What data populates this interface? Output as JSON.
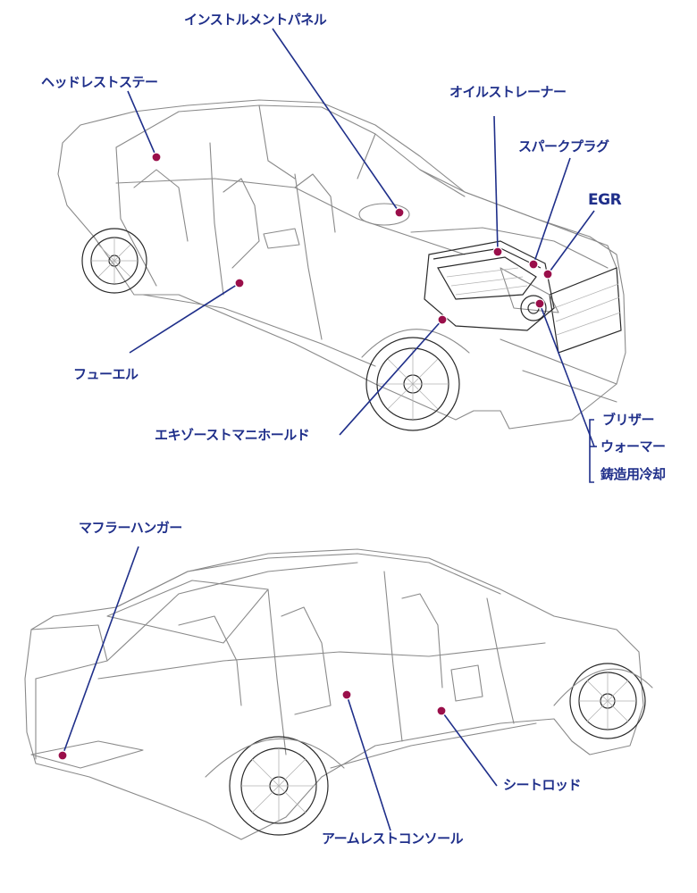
{
  "colors": {
    "label": "#1f2f8a",
    "dot": "#9a0f4a",
    "leader": "#1f2f8a"
  },
  "labels": {
    "instrument_panel": "インストルメントパネル",
    "headrest_stay": "ヘッドレストステー",
    "oil_strainer": "オイルストレーナー",
    "spark_plug": "スパークプラグ",
    "egr": "EGR",
    "fuel": "フューエル",
    "exhaust_manifold": "エキゾーストマニホールド",
    "breather": "ブリザー",
    "warmer": "ウォーマー",
    "casting_cooling": "鋳造用冷却",
    "muffler_hanger": "マフラーハンガー",
    "seat_rod": "シートロッド",
    "armrest_console": "アームレストコンソール"
  }
}
